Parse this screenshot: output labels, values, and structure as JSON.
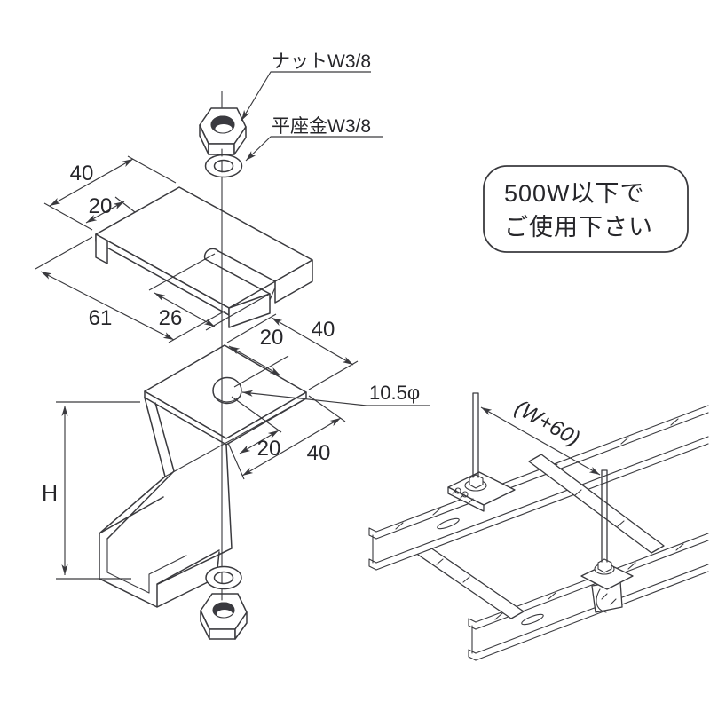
{
  "drawing": {
    "title": "hanger-bracket-technical-drawing",
    "labels": {
      "nut": "ナットW3/8",
      "flat_washer": "平座金W3/8",
      "hole_diameter": "10.5φ",
      "height": "H",
      "rod_pitch": "(W+60)"
    },
    "dims": {
      "d40_top": "40",
      "d20_top": "20",
      "d61": "61",
      "d26": "26",
      "d20_mid_u": "20",
      "d40_mid_u": "40",
      "d20_mid_v": "20",
      "d40_mid_v": "40"
    },
    "note": {
      "line1": "500W以下で",
      "line2": "ご使用下さい"
    }
  }
}
